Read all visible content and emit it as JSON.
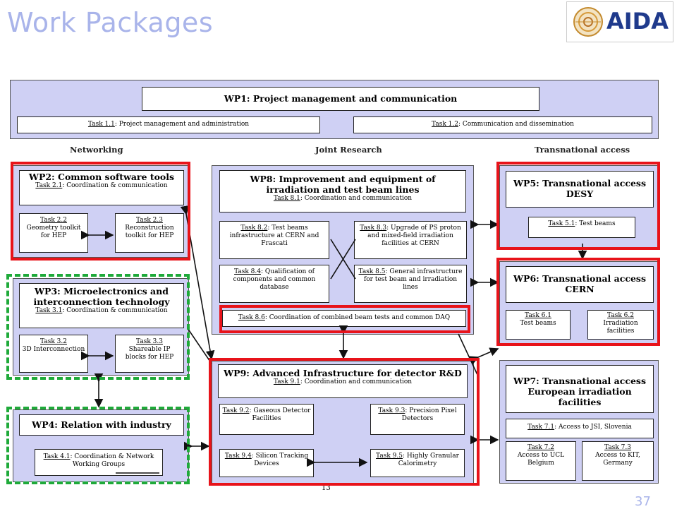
{
  "page_title": "Work Packages",
  "logo_text": "AIDA",
  "page_number": "13",
  "corner_text": "37",
  "sections": {
    "networking": "Networking",
    "joint_research": "Joint Research",
    "transnational": "Transnational access"
  },
  "wp1": {
    "title": "WP1: Project management and communication",
    "t1_id": "Task 1.1",
    "t1_text": ": Project management and administration",
    "t2_id": "Task 1.2",
    "t2_text": ": Communication and dissemination"
  },
  "wp2": {
    "title": "WP2: Common software tools",
    "t1_id": "Task 2.1",
    "t1_text": ": Coordination & communication",
    "t2_id": "Task 2.2",
    "t2_text": "Geometry toolkit for HEP",
    "t3_id": "Task 2.3",
    "t3_text": "Reconstruction toolkit for HEP"
  },
  "wp3": {
    "title": "WP3: Microelectronics and interconnection technology",
    "t1_id": "Task 3.1",
    "t1_text": ": Coordination & communication",
    "t2_id": "Task 3.2",
    "t2_text": "3D Interconnection",
    "t3_id": "Task 3.3",
    "t3_text": "Shareable IP blocks for HEP"
  },
  "wp4": {
    "title": "WP4: Relation with industry",
    "t1_id": "Task 4.1",
    "t1_text": ": Coordination & Network Working Groups"
  },
  "wp8": {
    "title": "WP8: Improvement and equipment of irradiation and test beam lines",
    "t1_id": "Task 8.1",
    "t1_text": ": Coordination and communication",
    "t2_id": "Task 8.2",
    "t2_text": ": Test beams infrastructure at CERN and Frascati",
    "t3_id": "Task 8.3",
    "t3_text": ": Upgrade of PS proton and mixed-field irradiation facilities at CERN",
    "t4_id": "Task 8.4",
    "t4_text": ": Qualification of components and common database",
    "t5_id": "Task 8.5",
    "t5_text": ": General infrastructure for test beam and irradiation lines",
    "t6_id": "Task 8.6",
    "t6_text": ": Coordination of combined beam tests and common DAQ"
  },
  "wp9": {
    "title": "WP9: Advanced Infrastructure for detector R&D",
    "t1_id": "Task 9.1",
    "t1_text": ": Coordination and communication",
    "t2_id": "Task 9.2",
    "t2_text": ": Gaseous Detector Facilities",
    "t3_id": "Task 9.3",
    "t3_text": ": Precision Pixel Detectors",
    "t4_id": "Task 9.4",
    "t4_text": ": Silicon Tracking Devices",
    "t5_id": "Task 9.5",
    "t5_text": ": Highly Granular Calorimetry"
  },
  "wp5": {
    "title": "WP5: Transnational access DESY",
    "t1_id": "Task 5.1",
    "t1_text": ": Test beams"
  },
  "wp6": {
    "title": "WP6: Transnational access CERN",
    "t1_id": "Task 6.1",
    "t1_text": "Test beams",
    "t2_id": "Task 6.2",
    "t2_text": "Irradiation facilities"
  },
  "wp7": {
    "title": "WP7: Transnational access European irradiation facilities",
    "t1_id": "Task 7.1",
    "t1_text": ": Access to JSI, Slovenia",
    "t2_id": "Task 7.2",
    "t2_text": "Access to UCL Belgium",
    "t3_id": "Task 7.3",
    "t3_text": "Access to KIT, Germany"
  }
}
